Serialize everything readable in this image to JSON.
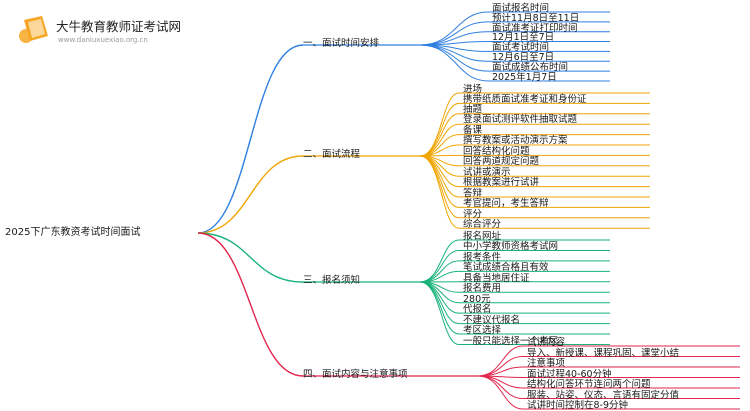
{
  "brand": {
    "name": "大牛教育教师证考试网",
    "site": "www.daniuxuexiao.org.cn"
  },
  "root": "2025下广东教资考试时间面试",
  "branches": [
    {
      "id": "b1",
      "label": "一、面试时间安排",
      "color": "#2f7fe0",
      "items": [
        "面试报名时间",
        "预计11月8日至11日",
        "面试准考证打印时间",
        "12月1日至7日",
        "面试考试时间",
        "12月6日至7日",
        "面试成绩公布时间",
        "2025年1月7日"
      ]
    },
    {
      "id": "b2",
      "label": "二、面试流程",
      "color": "#f0a500",
      "items": [
        "进场",
        "携带纸质面试准考证和身份证",
        "抽题",
        "登录面试测评软件抽取试题",
        "备课",
        "撰写教案或活动演示方案",
        "回答结构化问题",
        "回答两道规定问题",
        "试讲或演示",
        "根据教案进行试讲",
        "答辩",
        "考官提问，考生答辩",
        "评分",
        "综合评分"
      ]
    },
    {
      "id": "b3",
      "label": "三、报名须知",
      "color": "#19b27a",
      "items": [
        "报名网址",
        "中小学教师资格考试网",
        "报考条件",
        "笔试成绩合格且有效",
        "具备当地居住证",
        "报名费用",
        "280元",
        "代报名",
        "不建议代报名",
        "考区选择",
        "一般只能选择一个考区"
      ]
    },
    {
      "id": "b4",
      "label": "四、面试内容与注意事项",
      "color": "#e2264d",
      "items": [
        "试讲内容",
        "导入、新授课、课程巩固、课堂小结",
        "注意事项",
        "面试过程40-60分钟",
        "结构化问答环节连问两个问题",
        "服装、站姿、仪态、言语有固定分值",
        "试讲时间控制在8-9分钟"
      ]
    }
  ]
}
